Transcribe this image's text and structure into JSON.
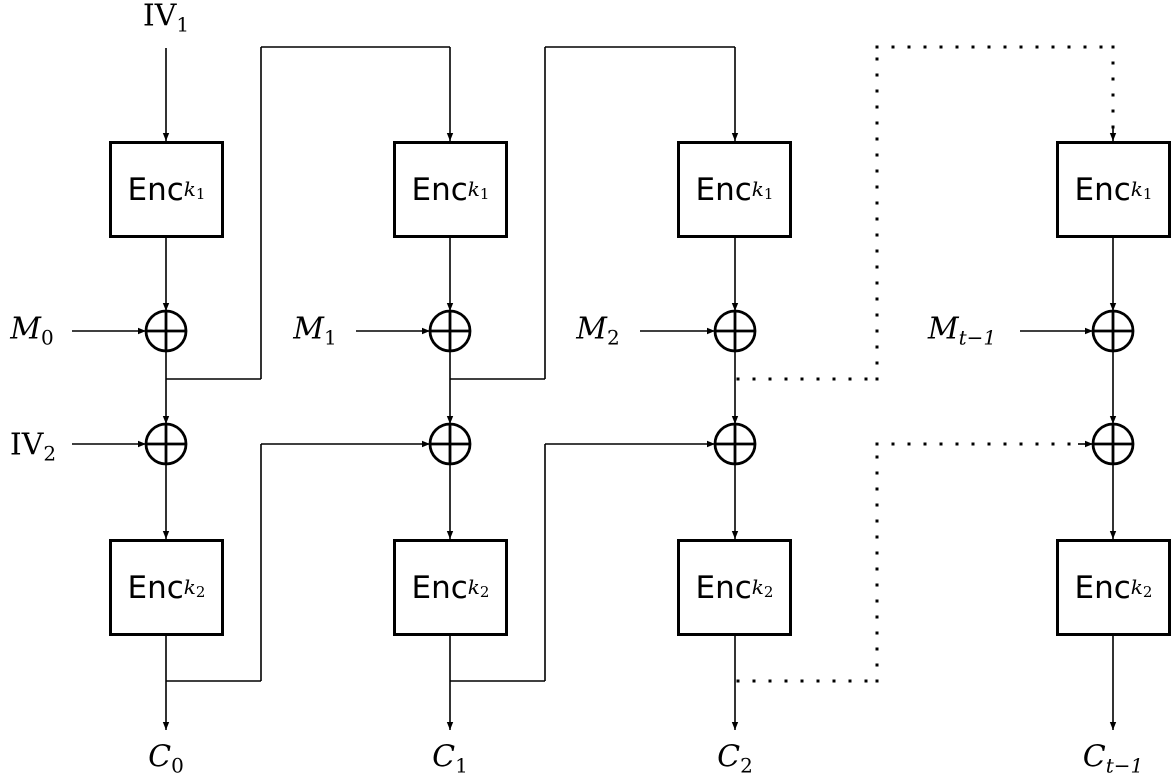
{
  "diagram": {
    "type": "block-cipher-mode-flow",
    "columns": [
      {
        "message": {
          "base": "M",
          "sub": "0"
        },
        "enc_top": {
          "name": "Enc",
          "key": "k",
          "key_idx": "1"
        },
        "enc_bottom": {
          "name": "Enc",
          "key": "k",
          "key_idx": "2"
        },
        "output": {
          "base": "C",
          "sub": "0"
        }
      },
      {
        "message": {
          "base": "M",
          "sub": "1"
        },
        "enc_top": {
          "name": "Enc",
          "key": "k",
          "key_idx": "1"
        },
        "enc_bottom": {
          "name": "Enc",
          "key": "k",
          "key_idx": "2"
        },
        "output": {
          "base": "C",
          "sub": "1"
        }
      },
      {
        "message": {
          "base": "M",
          "sub": "2"
        },
        "enc_top": {
          "name": "Enc",
          "key": "k",
          "key_idx": "1"
        },
        "enc_bottom": {
          "name": "Enc",
          "key": "k",
          "key_idx": "2"
        },
        "output": {
          "base": "C",
          "sub": "2"
        }
      },
      {
        "message": {
          "base": "M",
          "sub": "t−1"
        },
        "enc_top": {
          "name": "Enc",
          "key": "k",
          "key_idx": "1"
        },
        "enc_bottom": {
          "name": "Enc",
          "key": "k",
          "key_idx": "2"
        },
        "output": {
          "base": "C",
          "sub": "t−1"
        }
      }
    ],
    "iv1": {
      "base": "IV",
      "sub": "1"
    },
    "iv2": {
      "base": "IV",
      "sub": "2"
    },
    "xor_symbol": "⊕",
    "line_color": "#000000",
    "background": "#ffffff"
  }
}
